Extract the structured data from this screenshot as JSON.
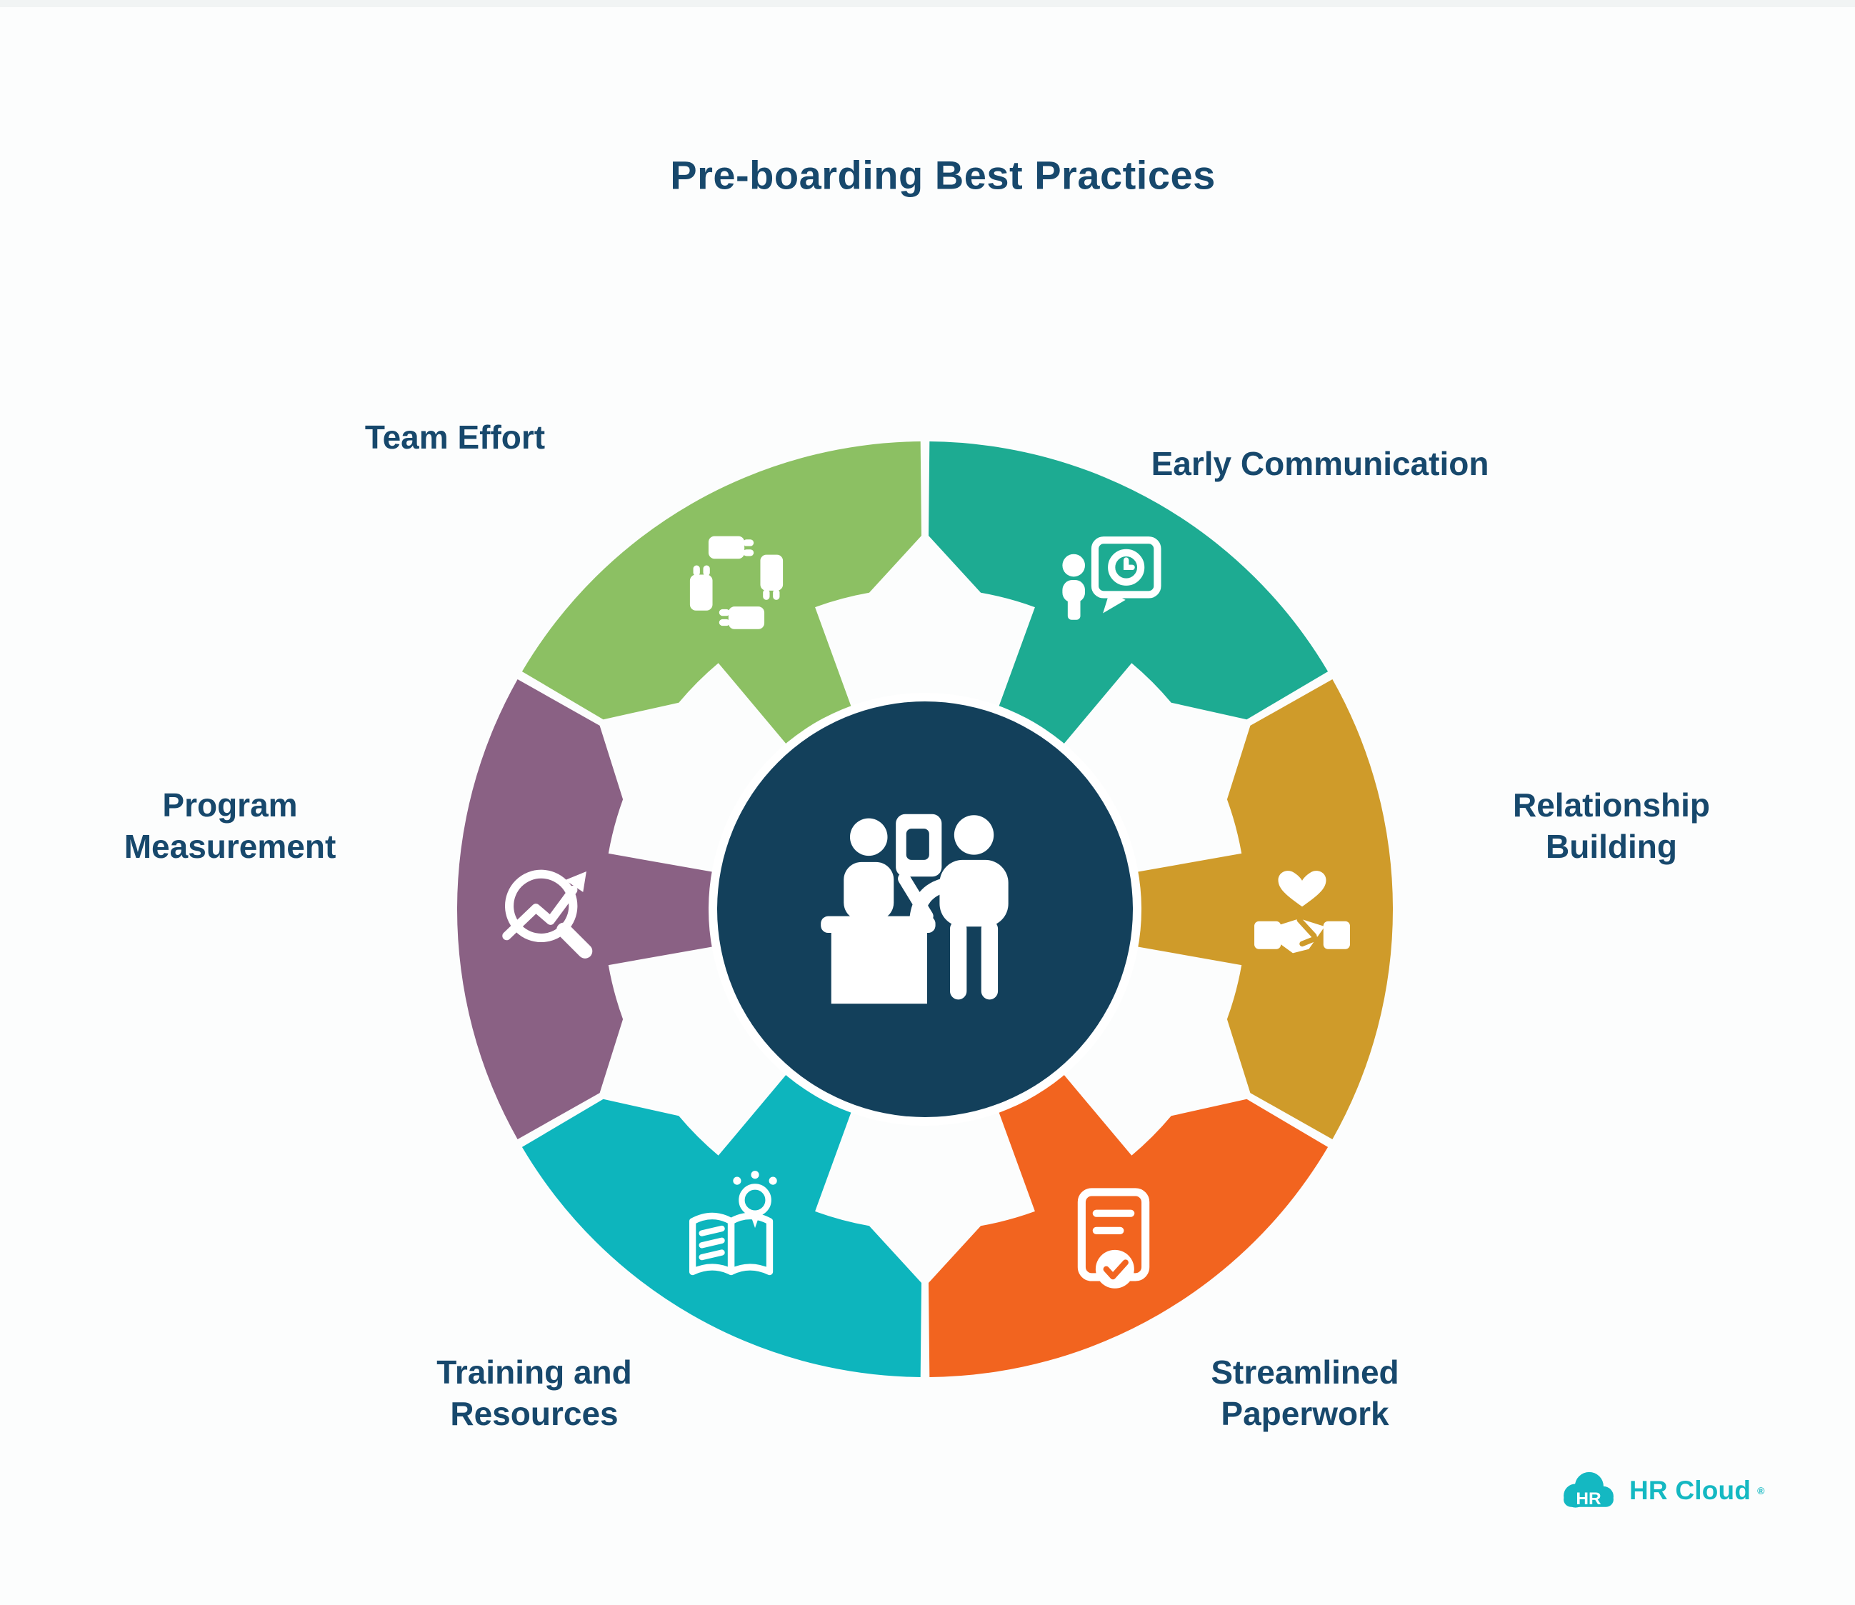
{
  "title": "Pre-boarding Best Practices",
  "colors": {
    "background": "#fcfdfd",
    "label_text": "#17486c",
    "center_circle": "#13405b",
    "halo": "#ffffff",
    "logo_teal": "#14b8c2"
  },
  "wheel": {
    "center_icon": "reception-desk-icon",
    "segments": [
      {
        "label": "Early Communication",
        "color": "#1dab92",
        "icon": "early-communication-icon",
        "slug": "early-communication"
      },
      {
        "label": "Relationship Building",
        "color": "#cf9b2a",
        "icon": "relationship-building-icon",
        "slug": "relationship-building"
      },
      {
        "label": "Streamlined\nPaperwork",
        "color": "#f2641f",
        "icon": "streamlined-paperwork-icon",
        "slug": "streamlined-paperwork"
      },
      {
        "label": "Training and\nResources",
        "color": "#0db5bd",
        "icon": "training-resources-icon",
        "slug": "training-resources"
      },
      {
        "label": "Program\nMeasurement",
        "color": "#8a6184",
        "icon": "program-measurement-icon",
        "slug": "program-measurement"
      },
      {
        "label": "Team Effort",
        "color": "#8cc063",
        "icon": "team-effort-icon",
        "slug": "team-effort"
      }
    ]
  },
  "logo": {
    "badge": "HR",
    "wordmark": "HR Cloud",
    "registered": "®"
  }
}
